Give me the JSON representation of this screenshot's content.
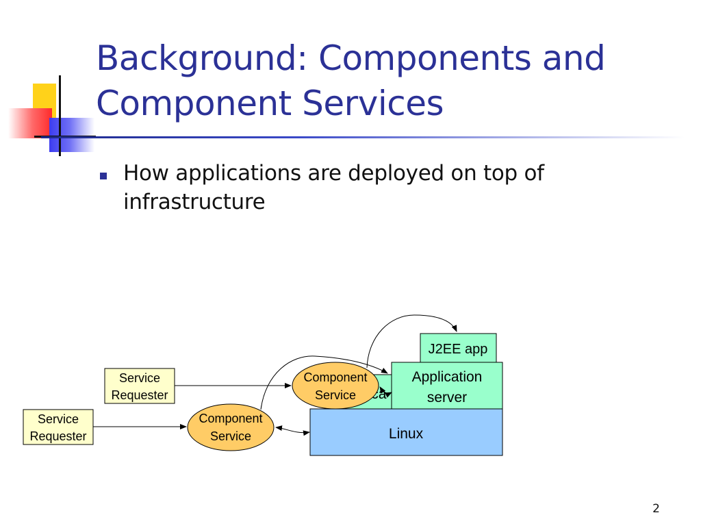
{
  "slide": {
    "title": "Background: Components and Component Services",
    "bullet": "How applications are deployed on top of infrastructure",
    "page_number": "2"
  },
  "diagram": {
    "requester_1": {
      "line1": "Service",
      "line2": "Requester"
    },
    "requester_2": {
      "line1": "Service",
      "line2": "Requester"
    },
    "component_service_1": {
      "line1": "Component",
      "line2": "Service"
    },
    "component_service_2": {
      "line1": "Component",
      "line2": "Service"
    },
    "linux": "Linux",
    "hidden_app_fragment": "ica",
    "j2ee_app": "J2EE app",
    "application_server": {
      "line1": "Application",
      "line2": "server"
    }
  },
  "colors": {
    "title": "#2b3196",
    "requester_fill": "#ffffcc",
    "component_fill": "#ffcc66",
    "linux_fill": "#99ccff",
    "green_fill": "#99ffcc"
  }
}
